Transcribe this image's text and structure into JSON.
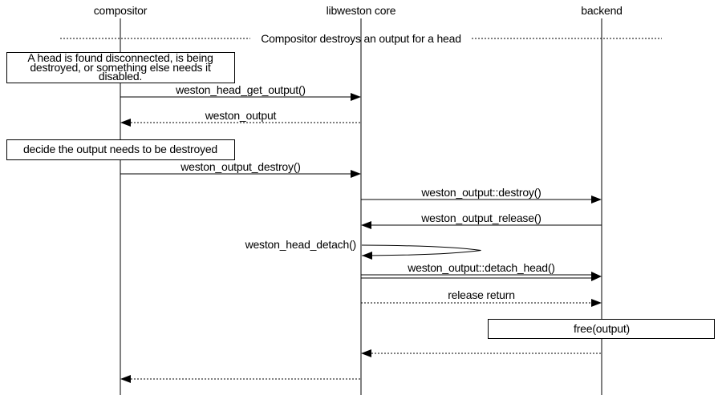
{
  "diagram": {
    "colors": {
      "foreground": "#000000",
      "background": "#ffffff"
    },
    "participants": [
      {
        "label": "compositor"
      },
      {
        "label": "libweston core"
      },
      {
        "label": "backend"
      }
    ],
    "divider": {
      "label": "Compositor destroys an output for a head"
    },
    "notes": [
      {
        "over": "compositor",
        "lines": [
          "A head is found disconnected, is being",
          "destroyed, or something else needs it",
          "disabled."
        ]
      },
      {
        "over": "compositor",
        "lines": [
          "decide the output needs to be destroyed"
        ]
      },
      {
        "over": "backend",
        "lines": [
          "free(output)"
        ]
      }
    ],
    "messages": [
      {
        "label": "weston_head_get_output()",
        "from": "compositor",
        "to": "libweston core",
        "line": "solid"
      },
      {
        "label": "weston_output",
        "from": "libweston core",
        "to": "compositor",
        "line": "dotted"
      },
      {
        "label": "weston_output_destroy()",
        "from": "compositor",
        "to": "libweston core",
        "line": "solid"
      },
      {
        "label": "weston_output::destroy()",
        "from": "libweston core",
        "to": "backend",
        "line": "solid"
      },
      {
        "label": "weston_output_release()",
        "from": "backend",
        "to": "libweston core",
        "line": "solid"
      },
      {
        "label": "weston_head_detach()",
        "from": "libweston core",
        "to": "libweston core",
        "line": "self"
      },
      {
        "label": "weston_output::detach_head()",
        "from": "libweston core",
        "to": "backend",
        "line": "double"
      },
      {
        "label": "release return",
        "from": "libweston core",
        "to": "backend",
        "line": "dotted"
      },
      {
        "label": "",
        "from": "backend",
        "to": "libweston core",
        "line": "dotted"
      },
      {
        "label": "",
        "from": "libweston core",
        "to": "compositor",
        "line": "dotted"
      }
    ]
  }
}
